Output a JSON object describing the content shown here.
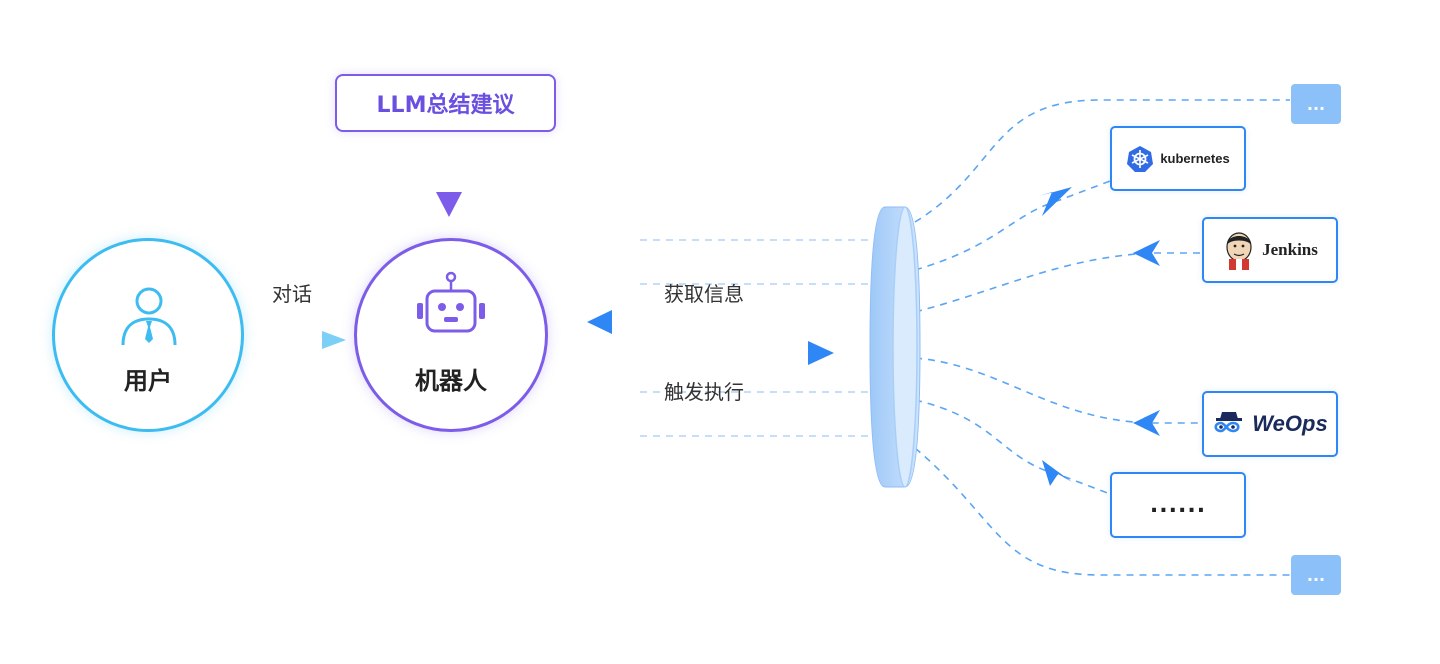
{
  "nodes": {
    "user": {
      "label": "用户"
    },
    "robot": {
      "label": "机器人"
    },
    "llm": {
      "label": "LLM总结建议"
    }
  },
  "edges": {
    "dialog": "对话",
    "fetch_info": "获取信息",
    "trigger_exec": "触发执行"
  },
  "tools": {
    "top_more": "...",
    "kubernetes": "kubernetes",
    "jenkins": "Jenkins",
    "weops": "WeOps",
    "ellipsis": "......",
    "bottom_more": "..."
  },
  "colors": {
    "user_accent": "#3cbcf0",
    "robot_accent": "#7c5ce8",
    "tool_border": "#2f86f5",
    "connector": "#5aa5f5",
    "mini_box": "#8cc0f9"
  }
}
